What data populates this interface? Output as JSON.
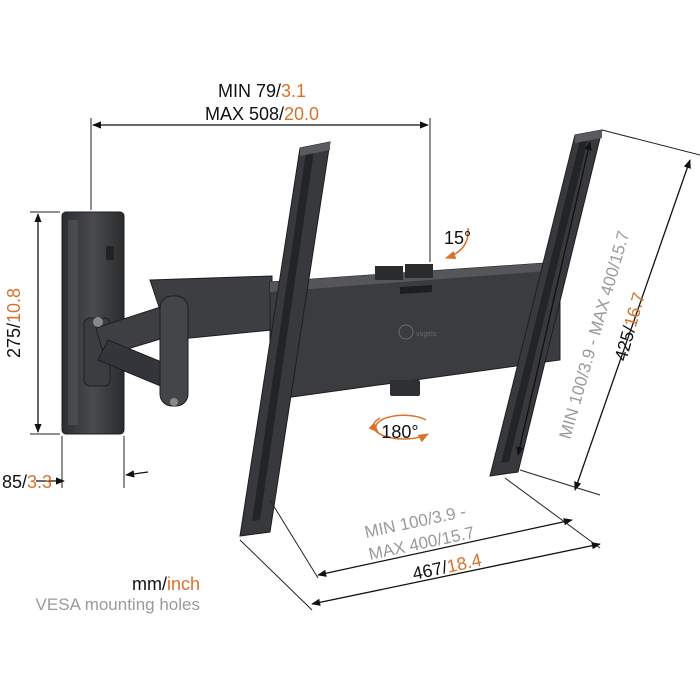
{
  "colors": {
    "accent": "#d9722b",
    "ink": "#111111",
    "secondary": "#9a9a9a",
    "metal": "#3a3b3d"
  },
  "dim_width": {
    "min_mm": "MIN 79/",
    "min_inch": "3.1",
    "max_mm": "MAX 508/",
    "max_inch": "20.0"
  },
  "dim_height": {
    "mm": "275/",
    "inch": "10.8"
  },
  "dim_depth": {
    "mm": "85/",
    "inch": "3.3"
  },
  "tilt": {
    "label": "15°"
  },
  "rotate": {
    "label": "180°"
  },
  "vesa_vertical": {
    "line1_min": "MIN 100/",
    "line1_min_inch": "3.9",
    "line1_sep": " - ",
    "line1_max": "MAX 400/",
    "line1_max_inch": "15.7"
  },
  "plate_height": {
    "mm": "425/",
    "inch": "16.7"
  },
  "vesa_horizontal": {
    "line1": "MIN 100/3.9 -",
    "line2": "MAX 400/15.7"
  },
  "plate_width": {
    "mm": "467",
    "sep": "/",
    "inch": "18.4"
  },
  "legend": {
    "units_mm": "mm",
    "units_sep": "/",
    "units_inch": "inch",
    "caption": "VESA mounting holes"
  }
}
